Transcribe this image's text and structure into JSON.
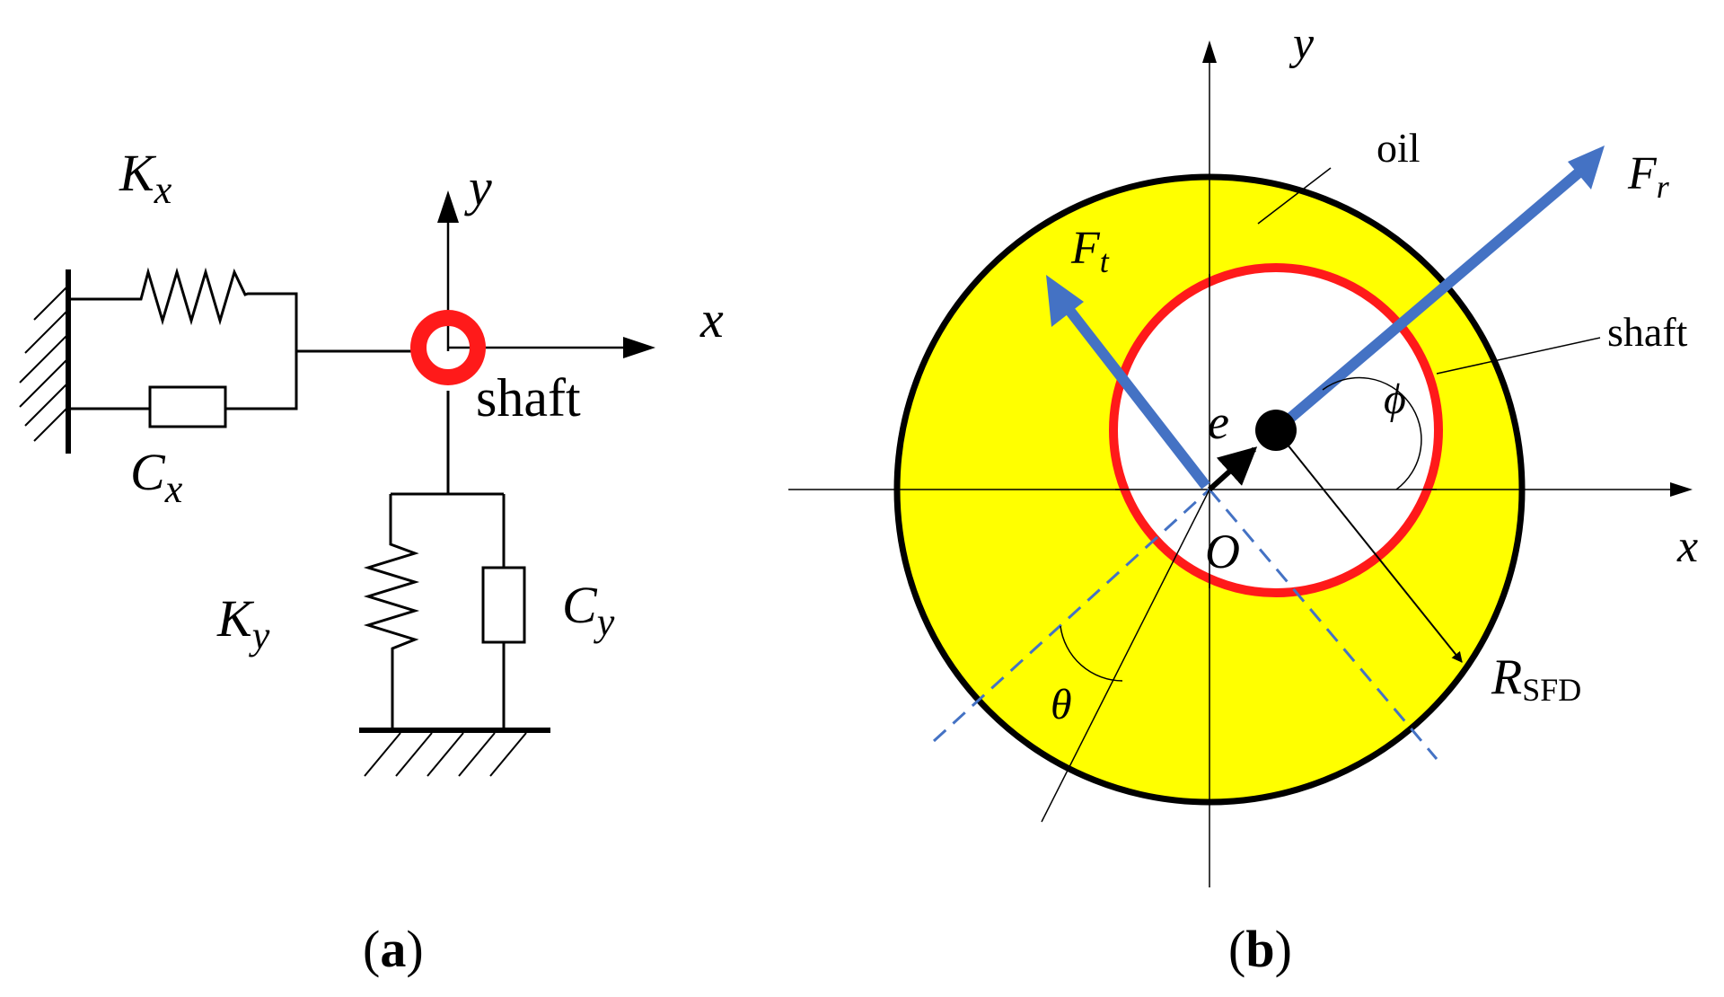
{
  "panel_a": {
    "caption": {
      "open": "(",
      "letter": "a",
      "close": ")"
    },
    "labels": {
      "kx_main": "K",
      "kx_sub": "x",
      "cx_main": "C",
      "cx_sub": "x",
      "ky_main": "K",
      "ky_sub": "y",
      "cy_main": "C",
      "cy_sub": "y",
      "x_axis": "x",
      "y_axis": "y",
      "shaft": "shaft"
    },
    "colors": {
      "shaft_ring": "#ff1a1a",
      "lines": "#000000"
    }
  },
  "panel_b": {
    "caption": {
      "open": "(",
      "letter": "b",
      "close": ")"
    },
    "labels": {
      "y_axis": "y",
      "x_axis": "x",
      "oil": "oil",
      "shaft": "shaft",
      "ft_main": "F",
      "ft_sub": "t",
      "fr_main": "F",
      "fr_sub": "r",
      "e": "e",
      "origin": "O",
      "phi": "ϕ",
      "theta": "θ",
      "r_main": "R",
      "r_sub": "SFD"
    },
    "colors": {
      "oil_fill": "#ffff00",
      "outer_ring": "#000000",
      "shaft_ring": "#ff1a1a",
      "force_arrows": "#4472c4",
      "dashed_lines": "#4472c4"
    }
  }
}
